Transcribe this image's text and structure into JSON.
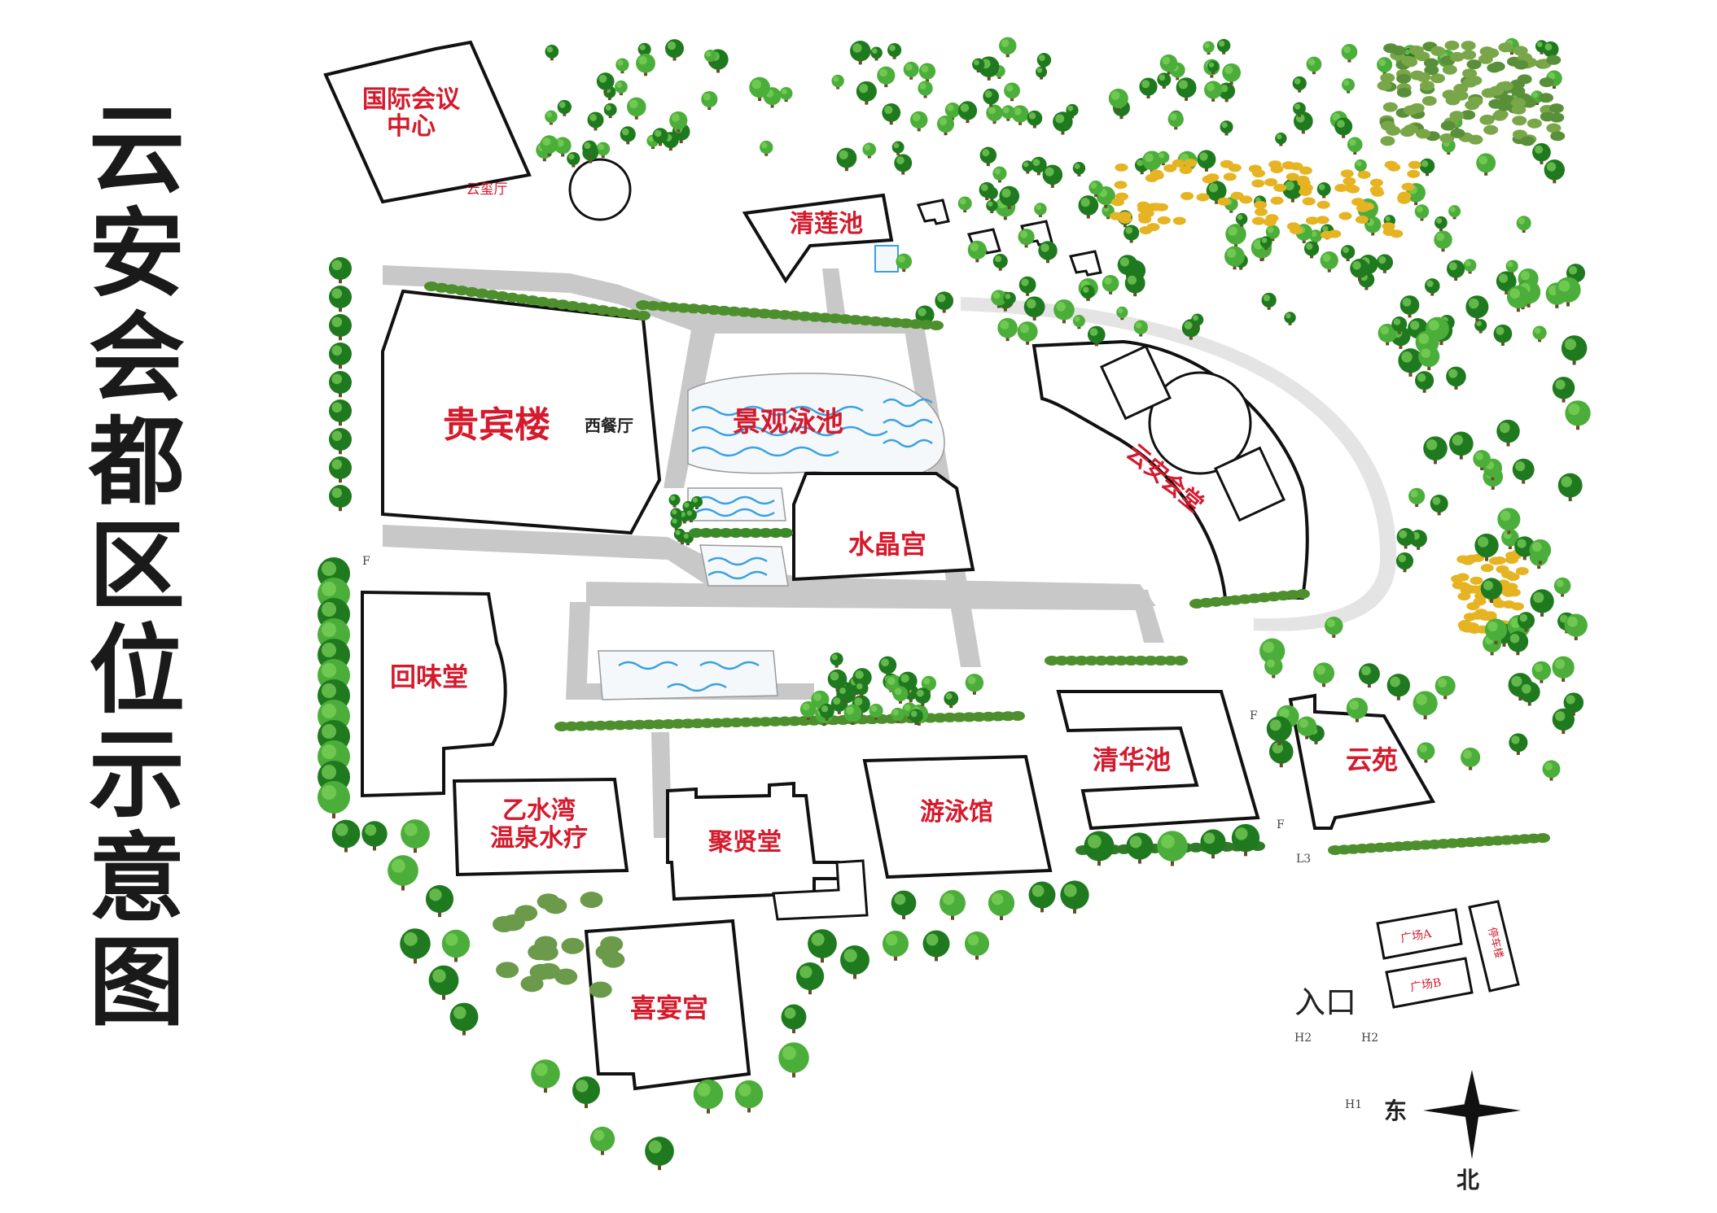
{
  "title": "云安会都区位示意图",
  "colors": {
    "label": "#d41a2c",
    "outline": "#111111",
    "road": "#c8c8c8",
    "tree_dark": "#1f7a1f",
    "tree_light": "#4cae3a",
    "flower_yellow": "#e6b422",
    "water": "#3aa0e0"
  },
  "buildings": {
    "intl_conf": "国际会议\n中心",
    "intl_conf_l1": "国际会议",
    "intl_conf_l2": "中心",
    "yunxi_hall": "云玺厅",
    "qinglian": "清莲池",
    "guibin": "贵宾楼",
    "western": "西餐厅",
    "landscape_pool": "景观泳池",
    "crystal": "水晶宫",
    "yunan_hall": "云安会堂",
    "huiwei": "回味堂",
    "qinghua": "清华池",
    "yunyuan": "云苑",
    "yishui_l1": "乙水湾",
    "yishui_l2": "温泉水疗",
    "juxian": "聚贤堂",
    "swimming": "游泳馆",
    "xiyan": "喜宴宫",
    "plaza_a": "广场A",
    "plaza_b": "广场B",
    "side_bldg": "停车楼"
  },
  "markers": {
    "f1": "F",
    "f2": "F",
    "f3": "F",
    "l3": "L3",
    "h2a": "H2",
    "h2b": "H2",
    "h1": "H1"
  },
  "entrance": "入口",
  "compass": {
    "east": "东",
    "north": "北"
  }
}
